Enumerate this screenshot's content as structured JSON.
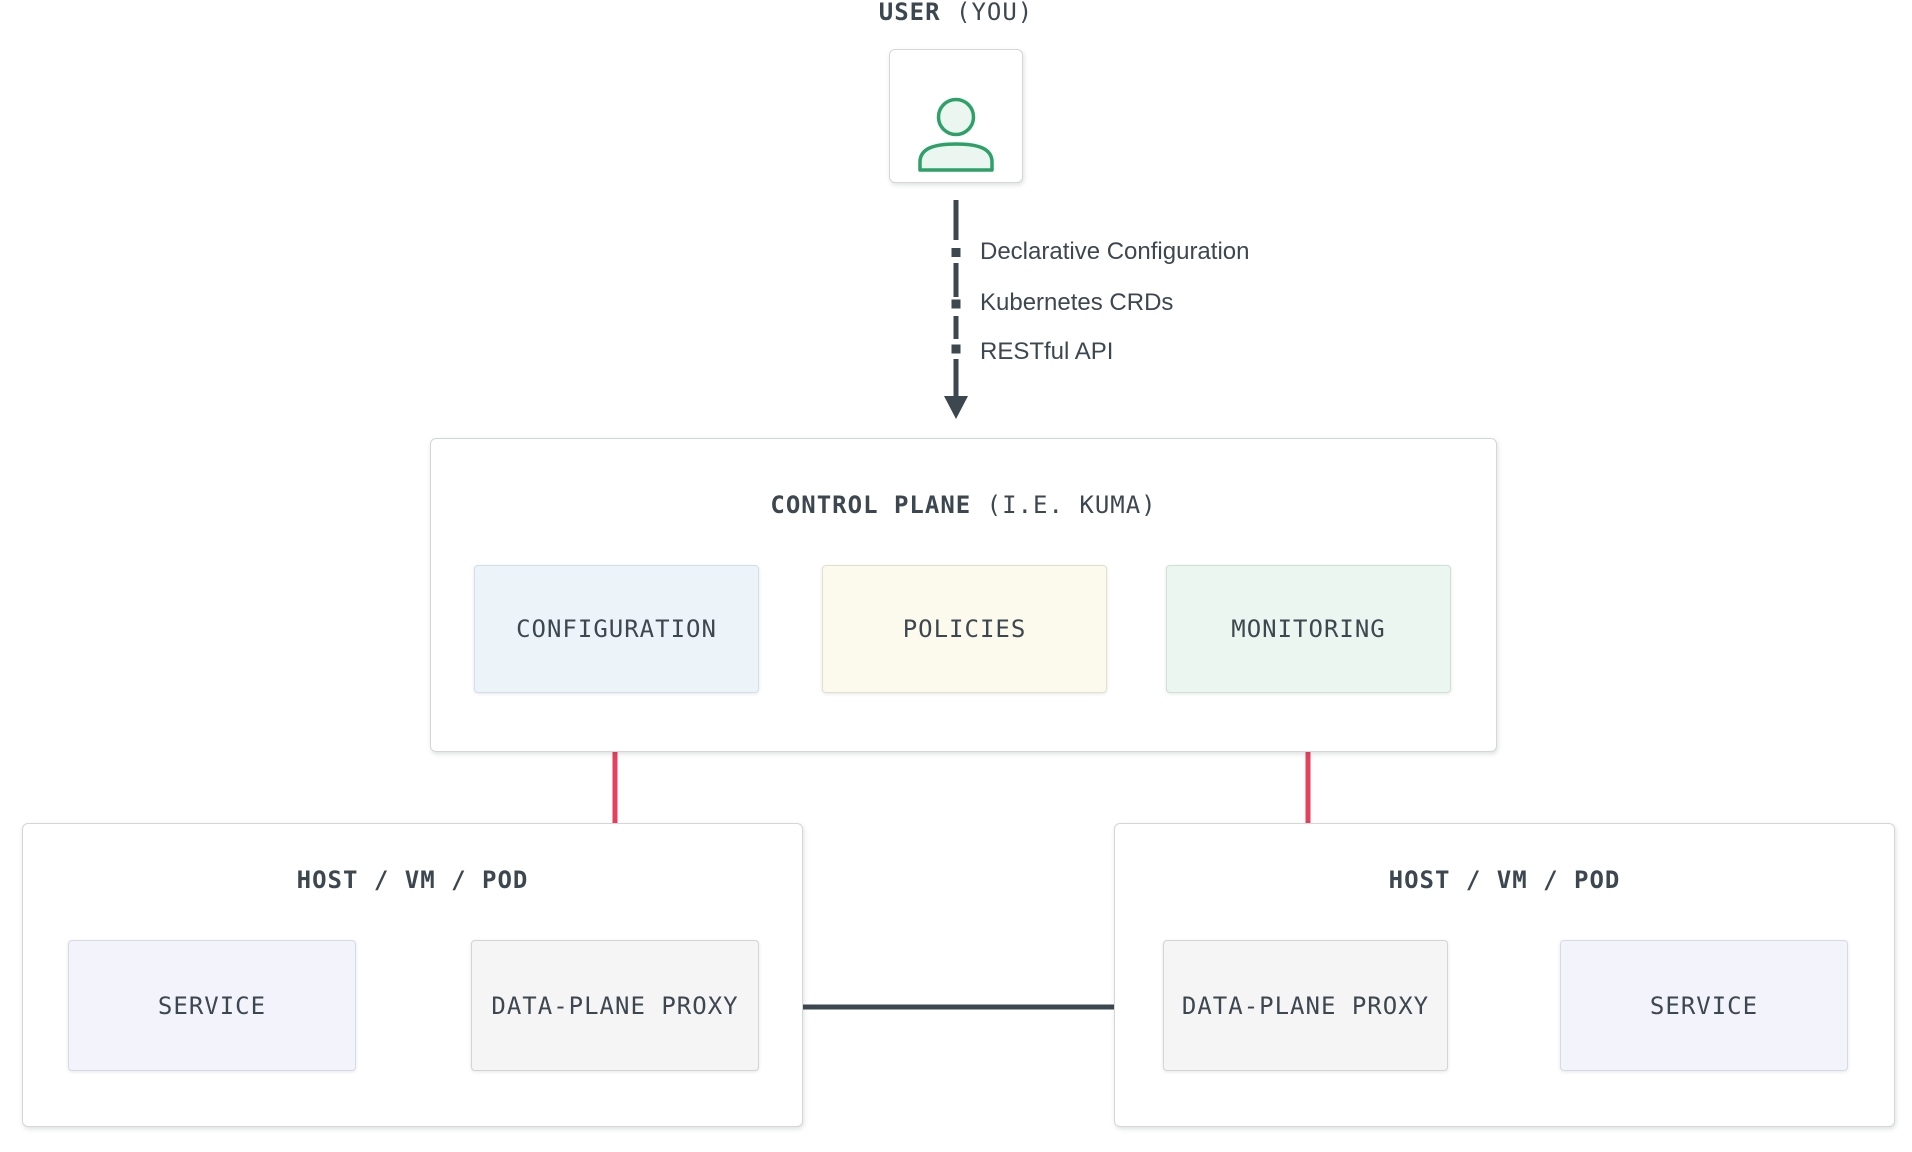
{
  "user": {
    "title_bold": "USER",
    "title_rest": "(YOU)"
  },
  "connector": {
    "labels": [
      "Declarative Configuration",
      "Kubernetes CRDs",
      "RESTful API"
    ]
  },
  "control_plane": {
    "title_bold": "CONTROL PLANE",
    "title_rest": "(I.E. KUMA)",
    "boxes": [
      {
        "label": "CONFIGURATION"
      },
      {
        "label": "POLICIES"
      },
      {
        "label": "MONITORING"
      }
    ]
  },
  "hosts": [
    {
      "title": "HOST / VM / POD",
      "boxes": [
        {
          "label": "SERVICE"
        },
        {
          "label": "DATA-PLANE PROXY"
        }
      ]
    },
    {
      "title": "HOST / VM / POD",
      "boxes": [
        {
          "label": "DATA-PLANE PROXY"
        },
        {
          "label": "SERVICE"
        }
      ]
    }
  ],
  "colors": {
    "text": "#3C474F",
    "arrow_dark": "#3C474F",
    "arrow_red": "#E5405E",
    "outer_border": "#D4D6D8",
    "configuration_bg": "#EDF4F9",
    "policies_bg": "#FBFAEC",
    "monitoring_bg": "#EAF6EF",
    "service_bg": "#F3F3FB",
    "proxy_bg": "#F5F5F6",
    "user_icon_green": "#2EA169"
  }
}
